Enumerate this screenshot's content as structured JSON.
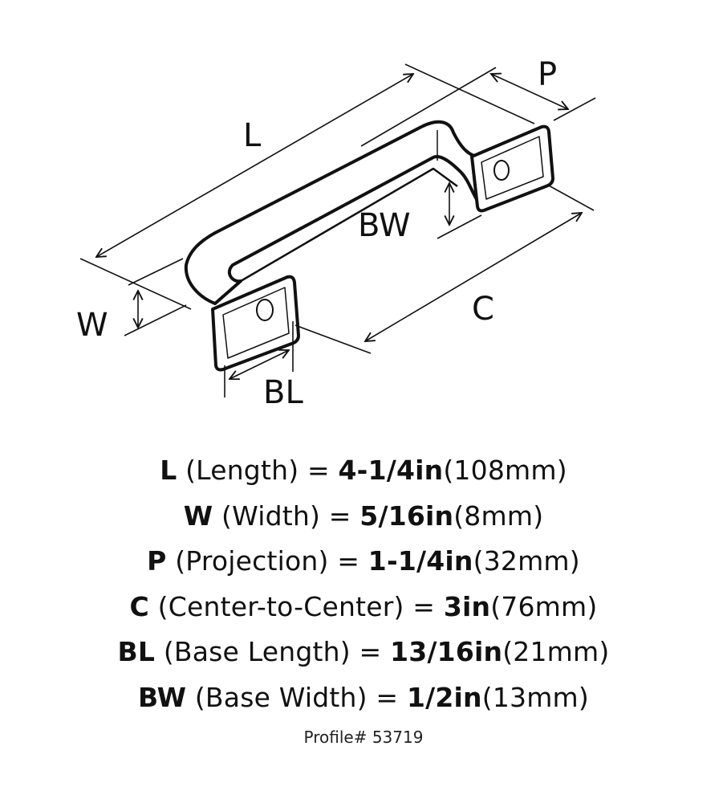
{
  "diagram": {
    "labels": {
      "L": "L",
      "P": "P",
      "BW": "BW",
      "W": "W",
      "C": "C",
      "BL": "BL"
    }
  },
  "specs": [
    {
      "key": "L",
      "desc": " (Length) = ",
      "imperial": "4-1/4in",
      "metric": "(108mm)"
    },
    {
      "key": "W",
      "desc": " (Width) = ",
      "imperial": "5/16in",
      "metric": "(8mm)"
    },
    {
      "key": "P",
      "desc": " (Projection) = ",
      "imperial": "1-1/4in",
      "metric": "(32mm)"
    },
    {
      "key": "C",
      "desc": " (Center-to-Center) = ",
      "imperial": "3in",
      "metric": "(76mm)"
    },
    {
      "key": "BL",
      "desc": " (Base Length) = ",
      "imperial": "13/16in",
      "metric": "(21mm)"
    },
    {
      "key": "BW",
      "desc": " (Base Width) = ",
      "imperial": "1/2in",
      "metric": "(13mm)"
    }
  ],
  "profile": "Profile# 53719"
}
